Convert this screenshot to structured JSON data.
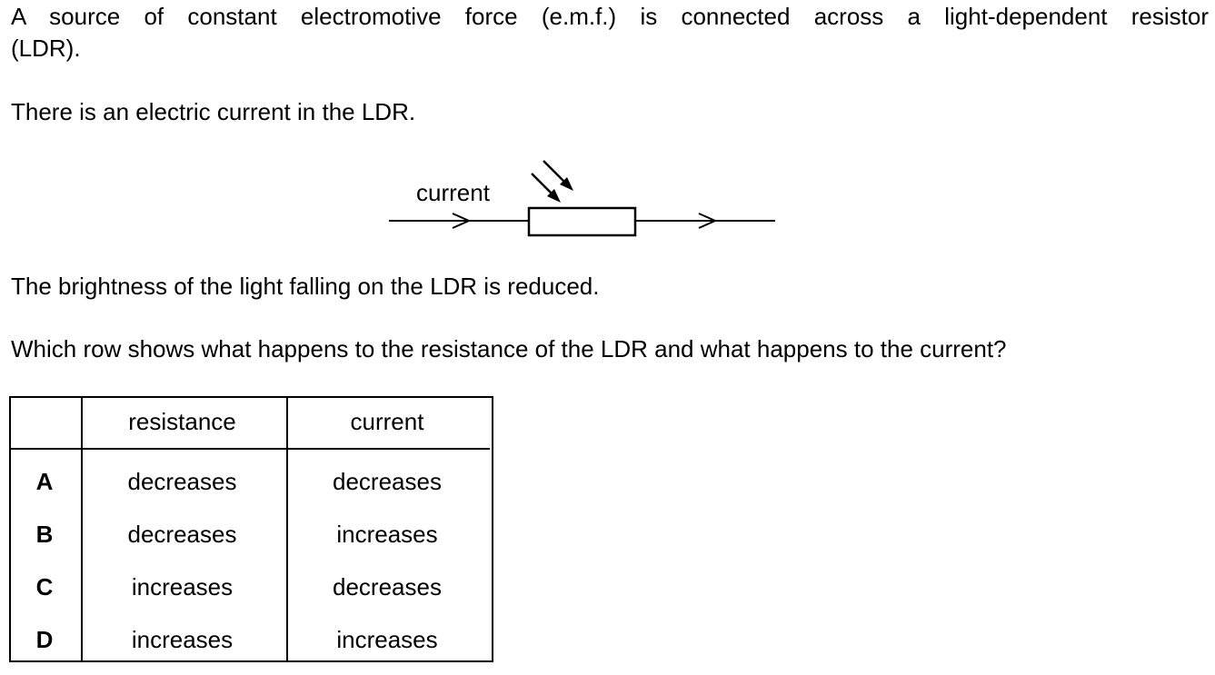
{
  "question": {
    "intro_line1": "A source of constant electromotive force (e.m.f.) is connected across a light-dependent resistor",
    "intro_line2": "(LDR).",
    "statement": "There is an electric current in the LDR.",
    "change": "The brightness of the light falling on the LDR is reduced.",
    "prompt": "Which row shows what happens to the resistance of the LDR and what happens to the current?"
  },
  "diagram": {
    "current_label": "current"
  },
  "table": {
    "headers": [
      "",
      "resistance",
      "current"
    ],
    "rows": [
      {
        "letter": "A",
        "resistance": "decreases",
        "current": "decreases"
      },
      {
        "letter": "B",
        "resistance": "decreases",
        "current": "increases"
      },
      {
        "letter": "C",
        "resistance": "increases",
        "current": "decreases"
      },
      {
        "letter": "D",
        "resistance": "increases",
        "current": "increases"
      }
    ]
  }
}
